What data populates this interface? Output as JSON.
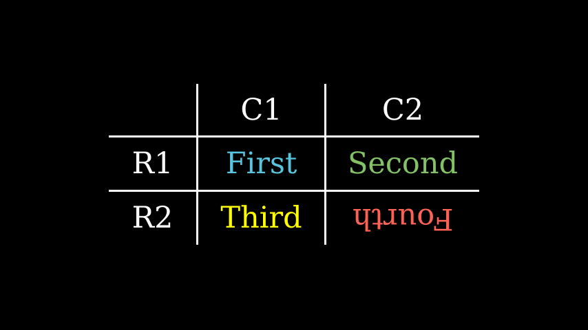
{
  "canvas": {
    "background": "#000000",
    "line_color": "#ffffff",
    "header_text_color": "#ffffff"
  },
  "chart_data": {
    "type": "table",
    "title": "",
    "col_labels": [
      "C1",
      "C2"
    ],
    "row_labels": [
      "R1",
      "R2"
    ],
    "rows": [
      [
        "First",
        "Second"
      ],
      [
        "Third",
        "Fourth"
      ]
    ],
    "cell_colors": [
      [
        "#58C4DD",
        "#83C167"
      ],
      [
        "#FFFF00",
        "#FC6255"
      ]
    ],
    "rotated_cells": [
      [
        1,
        1
      ]
    ],
    "layout": {
      "grid": "partial - two vertical and two horizontal separator lines, no outer border",
      "legend": "none"
    }
  }
}
